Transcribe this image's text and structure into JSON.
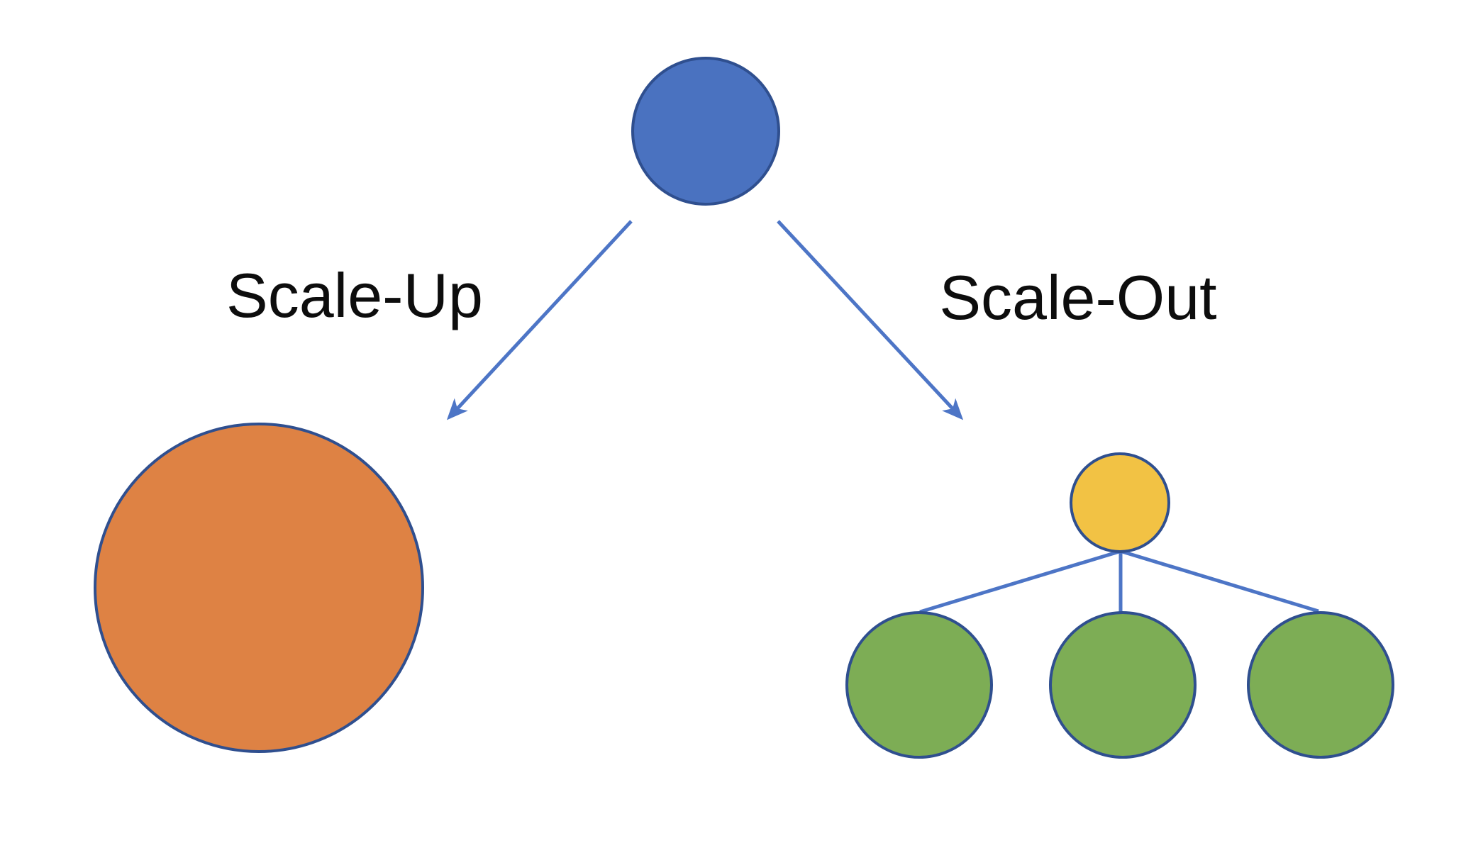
{
  "diagram": {
    "background": "#ffffff",
    "labels": {
      "scale_up": "Scale-Up",
      "scale_out": "Scale-Out"
    },
    "colors": {
      "root_fill": "#4a72c0",
      "scale_up_fill": "#de8244",
      "coordinator_fill": "#f2c244",
      "worker_fill": "#7dad55",
      "outline": "#2f4f8f",
      "connector": "#4d75c6",
      "label_text": "#0d0d0d"
    },
    "structure": {
      "root_nodes": 1,
      "scale_up_nodes": 1,
      "scale_out_coordinator_nodes": 1,
      "scale_out_worker_nodes": 3
    }
  }
}
